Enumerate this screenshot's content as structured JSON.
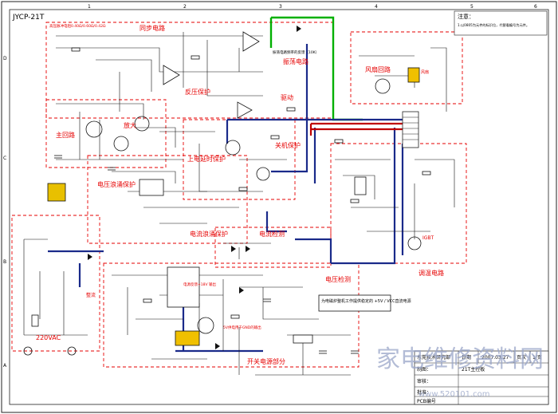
{
  "title": "JYCP-21T",
  "colors": {
    "frame_red": "#e60000",
    "green_highlight": "#00b000",
    "bus_blue": "#1a2a8a",
    "bus_red": "#c00000",
    "watermark": "#9aa6c8"
  },
  "block_labels": {
    "sync": "同步电路",
    "oscillation": "振荡电路",
    "reverse_protect": "反压保护",
    "drive": "驱动",
    "shutdown_protect": "关机保护",
    "power_on_delay": "上电延时保护",
    "voltage_surge_protect": "电压浪涌保护",
    "current_surge_protect": "电流浪涌保护",
    "current_detect": "电流检测",
    "voltage_detect": "电压检测",
    "main_loop": "主回路",
    "amplify": "放大",
    "fan_loop": "风扇回路",
    "temp_circuit": "调温电路",
    "switch_power": "开关电源部分",
    "rectify": "整流",
    "ac_input": "220VAC",
    "note_title": "注意："
  },
  "annotations": {
    "hv_note": "高压脉冲电阻0.40Ω/0.60Ω/0.42Ω",
    "sync_note": "振荡电路频率的反馈（10K）",
    "vcc_note": "为电磁炉整机工作提供稳定的 +5V / VCC直流电源",
    "note_text": "1.以0805为元件的标识位，代替看编号为元件。",
    "fan_note": "风扇",
    "igbt": "IGBT",
    "small_5v": "5V供电用于GND的输出",
    "small_18v": "电源反馈+18V 输出"
  },
  "title_block": {
    "company": "东莞技术研究部",
    "date_label": "日期",
    "date": "2007.03.27",
    "page_label": "页次",
    "page": "1/页",
    "drawn_label": "制图：",
    "board_name": "21T主控板",
    "check_label": "审核：",
    "approve_label": "批准：",
    "pcb_label": "PCB编号"
  },
  "watermark": {
    "text": "家电维修资料网",
    "url": "www.520101.com"
  },
  "border_ticks": {
    "top": [
      "1",
      "2",
      "3",
      "4",
      "5",
      "6"
    ],
    "left": [
      "D",
      "C",
      "B",
      "A"
    ]
  }
}
